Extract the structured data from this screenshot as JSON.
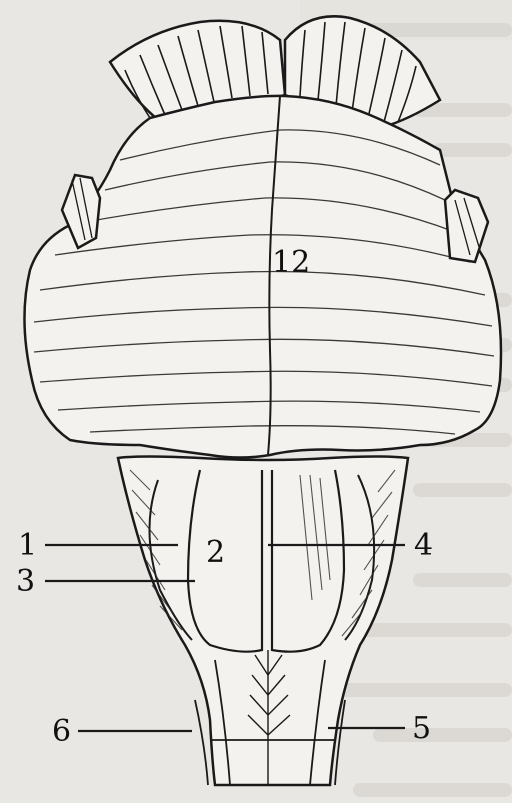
{
  "figure": {
    "background_color": "#e9e7e3",
    "ink_color": "#1a1a1a",
    "labels": {
      "central": "12",
      "left_upper": "1",
      "left_middle": "3",
      "left_lower": "6",
      "center_medulla": "2",
      "right_upper": "4",
      "right_lower": "5"
    }
  }
}
